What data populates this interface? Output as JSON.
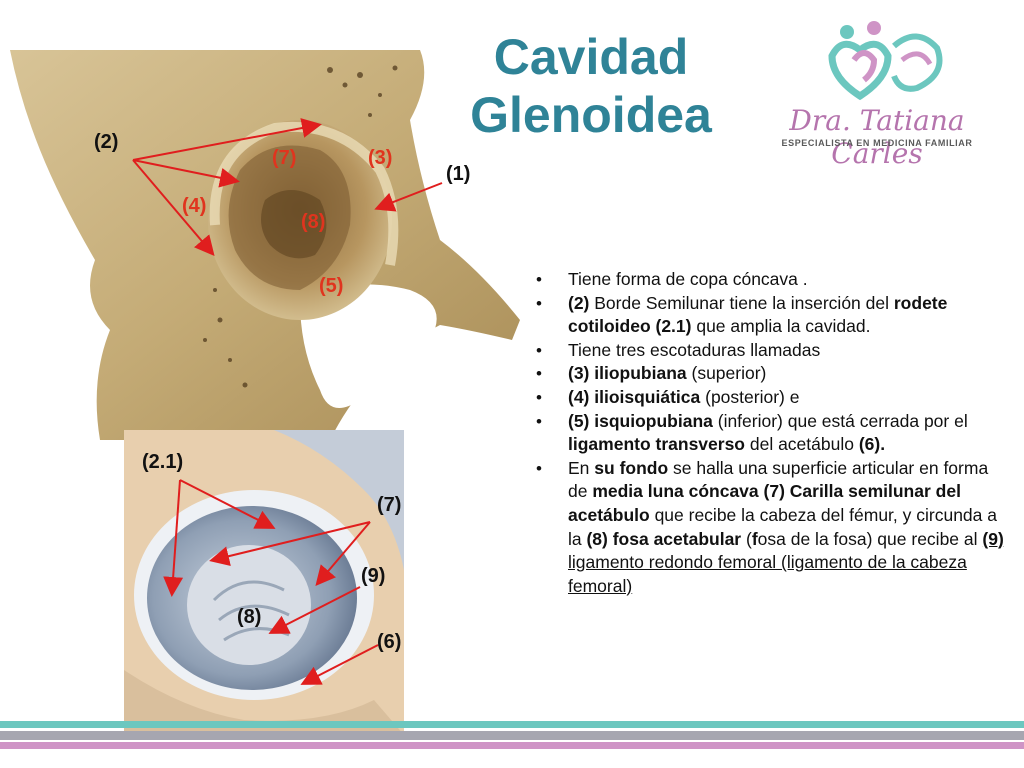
{
  "title": {
    "line1": "Cavidad",
    "line2": "Glenoidea"
  },
  "logo": {
    "name": "Dra. Tatiana Carles",
    "subtitle": "ESPECIALISTA EN MEDICINA FAMILIAR",
    "icon": "family-heart-logo-icon"
  },
  "colors": {
    "title": "#2f8397",
    "teal": "#6cc7bf",
    "pink": "#cf94c6",
    "arrow": "#e01e1e"
  },
  "top_labels": {
    "l2": "(2)",
    "l7": "(7)",
    "l3": "(3)",
    "l1": "(1)",
    "l4": "(4)",
    "l8": "(8)",
    "l5": "(5)"
  },
  "bottom_labels": {
    "l21": "(2.1)",
    "l7": "(7)",
    "l9": "(9)",
    "l8": "(8)",
    "l6": "(6)"
  },
  "bullets": {
    "b1": "Tiene forma de copa cóncava .",
    "b2": {
      "num": "(2)",
      "t1": " Borde Semilunar tiene la inserción del ",
      "bold": "rodete cotiloideo (2.1)",
      "t2": "  que amplia la   cavidad."
    },
    "b3": "Tiene  tres escotaduras llamadas",
    "b4": {
      "bold": "(3) iliopubiana",
      "t": " (superior)"
    },
    "b5": {
      "bold": "(4) ilioisquiática",
      "t": " (posterior) e"
    },
    "b6": {
      "bold": "(5) isquiopubiana",
      "t1": " (inferior) que está  cerrada por el ",
      "bold2": "ligamento transverso",
      "t2": " del acetábulo ",
      "bold3": "(6)."
    },
    "b7": {
      "t1": "En ",
      "bold1": "su fondo",
      "t2": " se halla una superficie articular en forma de ",
      "bold2": "media luna cóncava (7) Carilla semilunar del acetábulo",
      "t3": " que recibe la cabeza del fémur, y circunda a la ",
      "bold3": "(8) fosa acetabular",
      "t4": " (",
      "bold4": "f",
      "t5": "osa de la fosa) que  recibe al ",
      "u_bold": "(9)",
      "u_text": " ligamento redondo femoral (ligamento de la cabeza femoral)"
    }
  }
}
